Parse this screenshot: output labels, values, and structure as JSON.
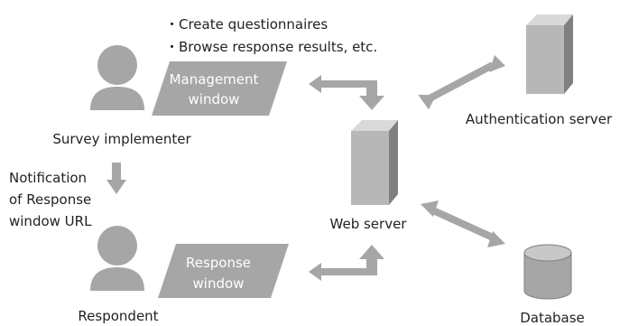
{
  "management": {
    "bullets": [
      "・Create questionnaires",
      "・Browse response results, etc."
    ],
    "window_line1": "Management",
    "window_line2": "window"
  },
  "implementer": {
    "label": "Survey implementer"
  },
  "notification": {
    "line1": "Notification",
    "line2": "of  Response",
    "line3": "window URL"
  },
  "respondent": {
    "label": "Respondent"
  },
  "response": {
    "window_line1": "Response",
    "window_line2": "window"
  },
  "web_server": {
    "label": "Web server"
  },
  "auth_server": {
    "label": "Authentication server"
  },
  "database": {
    "label": "Database"
  },
  "colors": {
    "shape_gray": "#a6a6a6",
    "server_light": "#d9d9d9",
    "server_dark": "#808080",
    "text": "#222222"
  }
}
